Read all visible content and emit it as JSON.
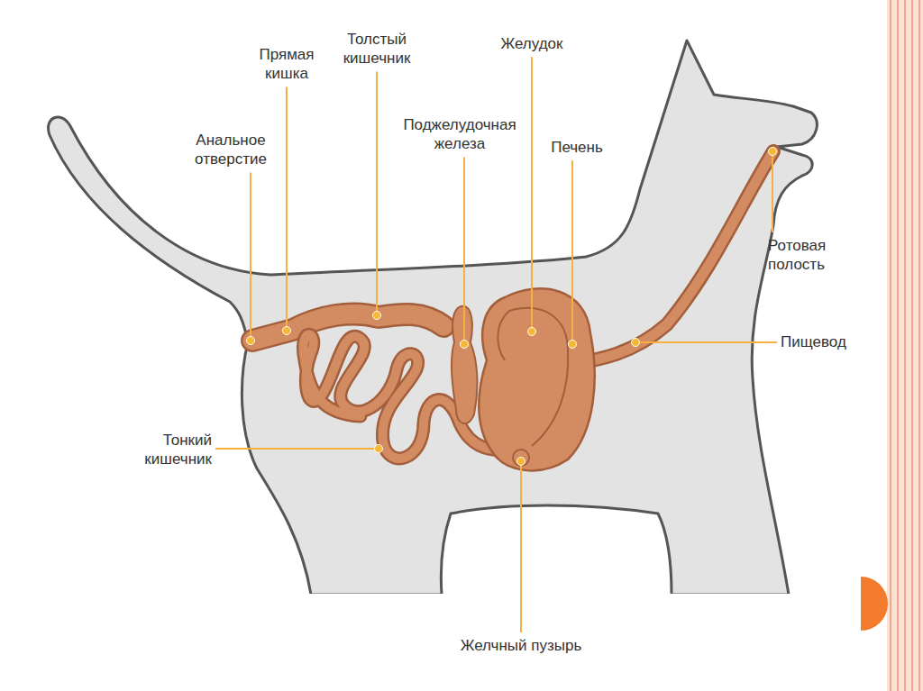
{
  "diagram": {
    "labels": [
      "Прямая кишка",
      "Толстый кишечник",
      "Желудок",
      "Анальное отверстие",
      "Поджелудочная железа",
      "Печень",
      "Ротовая полость",
      "Пищевод",
      "Тонкий кишечник",
      "Желчный пузырь"
    ]
  }
}
